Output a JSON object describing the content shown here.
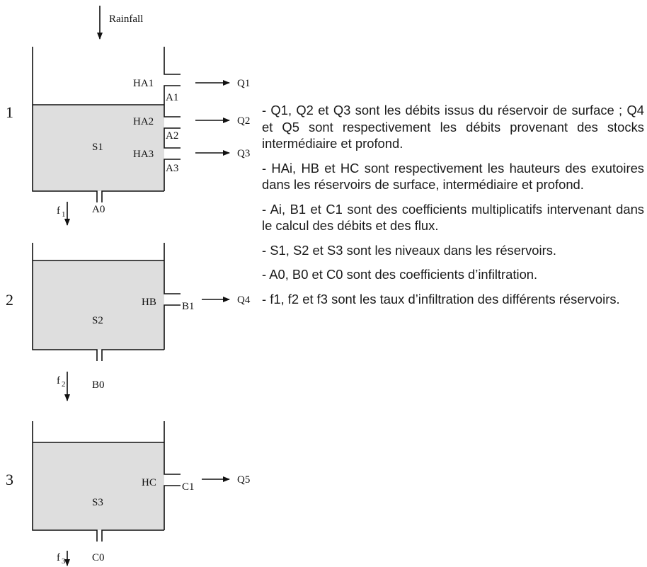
{
  "diagram": {
    "rain_label": "Rainfall",
    "reservoirs": [
      {
        "number": "1",
        "storage": "S1",
        "bottom": "A0",
        "infiltration": "f",
        "infiltration_sub": "1",
        "outlets": [
          {
            "height": "HA1",
            "coef": "A1",
            "flow": "Q1"
          },
          {
            "height": "HA2",
            "coef": "A2",
            "flow": "Q2"
          },
          {
            "height": "HA3",
            "coef": "A3",
            "flow": "Q3"
          }
        ]
      },
      {
        "number": "2",
        "storage": "S2",
        "bottom": "B0",
        "infiltration": "f",
        "infiltration_sub": "2",
        "outlets": [
          {
            "height": "HB",
            "coef": "B1",
            "flow": "Q4"
          }
        ]
      },
      {
        "number": "3",
        "storage": "S3",
        "bottom": "C0",
        "infiltration": "f",
        "infiltration_sub": "3",
        "outlets": [
          {
            "height": "HC",
            "coef": "C1",
            "flow": "Q5"
          }
        ]
      }
    ]
  },
  "notes": [
    "- Q1, Q2 et Q3 sont les débits issus du réservoir de surface ; Q4 et Q5 sont respectivement les débits provenant des stocks intermédiaire et profond.",
    "- HAi, HB et HC sont respectivement les hauteurs des exutoires dans les réservoirs de surface, intermédiaire et profond.",
    "- Ai, B1 et C1 sont des coefficients multiplicatifs intervenant dans le calcul des débits et des flux.",
    "- S1, S2 et S3 sont les niveaux dans les réservoirs.",
    "- A0, B0 et C0 sont des coefficients d’infiltration.",
    "- f1, f2 et f3 sont les taux d’infiltration des différents réservoirs."
  ]
}
